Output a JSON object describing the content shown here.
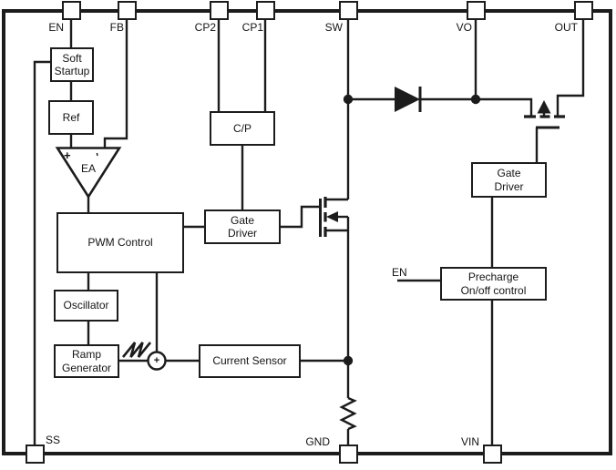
{
  "diagram": {
    "background_color": "#ffffff",
    "line_color": "#1c1c1c",
    "pins": {
      "top": [
        {
          "label": "EN"
        },
        {
          "label": "FB"
        },
        {
          "label": "CP2"
        },
        {
          "label": "CP1"
        },
        {
          "label": "SW"
        },
        {
          "label": "VO"
        },
        {
          "label": "OUT"
        }
      ],
      "bottom": [
        {
          "label": "SS"
        },
        {
          "label": "GND"
        },
        {
          "label": "VIN"
        }
      ]
    },
    "blocks": {
      "soft_startup": {
        "line1": "Soft",
        "line2": "Startup"
      },
      "ref": {
        "line1": "Ref"
      },
      "charge_pump": {
        "line1": "C/P"
      },
      "gate_driver_main": {
        "line1": "Gate",
        "line2": "Driver"
      },
      "pwm_control": {
        "line1": "PWM Control"
      },
      "oscillator": {
        "line1": "Oscillator"
      },
      "ramp_generator": {
        "line1": "Ramp",
        "line2": "Generator"
      },
      "current_sensor": {
        "line1": "Current Sensor"
      },
      "gate_driver_output": {
        "line1": "Gate",
        "line2": "Driver"
      },
      "precharge": {
        "line1": "Precharge",
        "line2": "On/off control"
      }
    },
    "error_amp": {
      "label": "EA",
      "plus": "+",
      "minus": "-"
    },
    "summing_node": {
      "plus": "+"
    },
    "signals": {
      "precharge_enable": "EN"
    }
  }
}
